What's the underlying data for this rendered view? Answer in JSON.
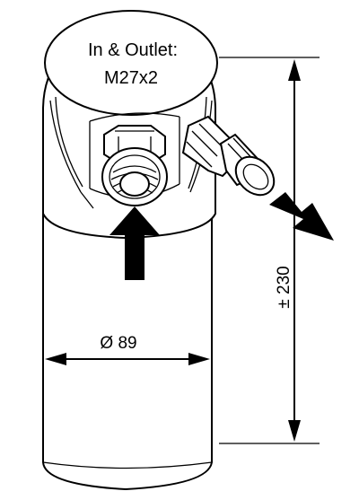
{
  "drawing": {
    "outlet_label_line1": "In & Outlet:",
    "outlet_label_line2": "M27x2",
    "height_dimension": "± 230",
    "diameter_dimension": "Ø 89"
  }
}
